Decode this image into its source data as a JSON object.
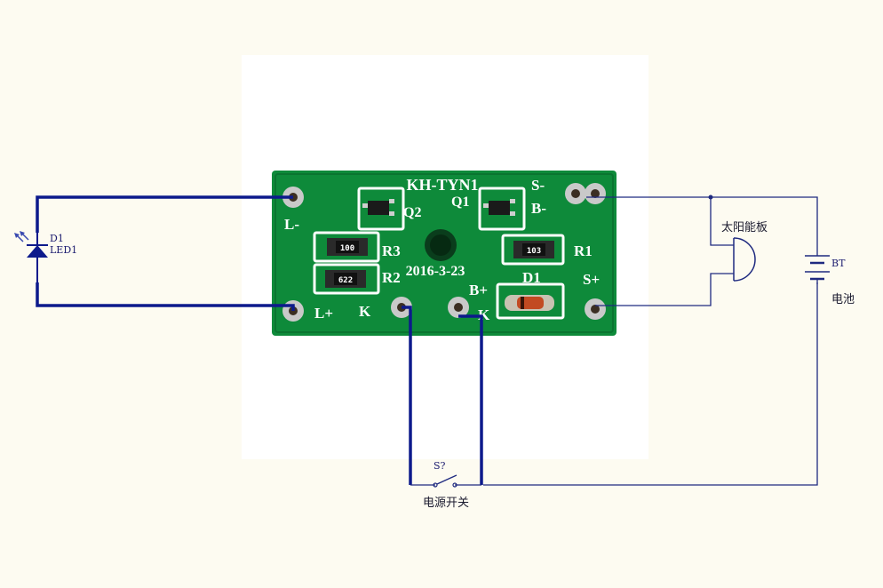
{
  "board": {
    "model": "KH-TYN1",
    "date": "2016-3-23",
    "pads": {
      "l_minus": "L-",
      "l_plus": "L+",
      "k_left": "K",
      "k_right": "K",
      "s_minus": "S-",
      "b_minus": "B-",
      "b_plus": "B+",
      "s_plus": "S+"
    },
    "components": {
      "q2": "Q2",
      "q1": "Q1",
      "r3": "R3",
      "r2": "R2",
      "r1": "R1",
      "d1": "D1",
      "r3_code": "100",
      "r2_code": "622",
      "r1_code": "103"
    }
  },
  "schematic": {
    "led_ref": "D1",
    "led_name": "LED1",
    "solar_label": "太阳能板",
    "battery_ref": "BT",
    "battery_label": "电池",
    "switch_ref": "S?",
    "switch_label": "电源开关"
  },
  "colors": {
    "background": "#fdfbf1",
    "pcb_green": "#0e8a3a",
    "wire_thick": "#0d1a8c",
    "wire_thin": "#1f2a80"
  }
}
